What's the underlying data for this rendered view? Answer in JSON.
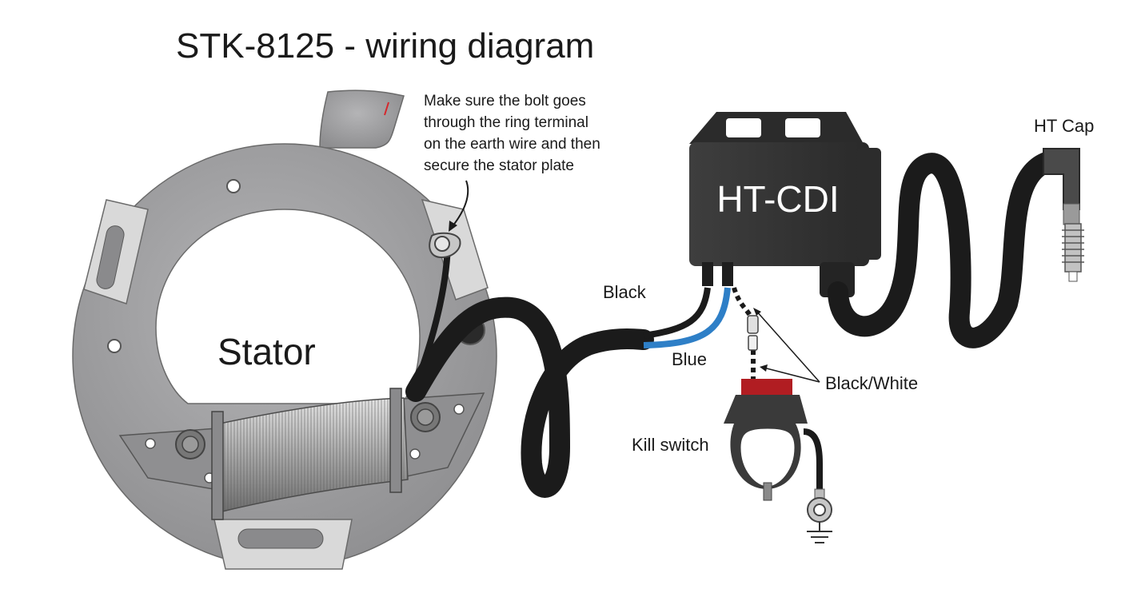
{
  "title": "STK-8125 - wiring diagram",
  "labels": {
    "stator": "Stator",
    "cdi": "HT-CDI",
    "ht_cap": "HT Cap",
    "black": "Black",
    "blue": "Blue",
    "black_white": "Black/White",
    "kill_switch": "Kill switch"
  },
  "note": [
    "Make sure the bolt goes",
    "through the ring terminal",
    "on the earth wire and then",
    "secure the stator plate"
  ],
  "colors": {
    "stator_plate": "#9d9d9f",
    "cable": "#1b1b1b",
    "cdi_body": "#353535",
    "blue_wire": "#2e7fc7",
    "kill_switch_button": "#b11d22",
    "accent_mark": "#d6262b"
  }
}
